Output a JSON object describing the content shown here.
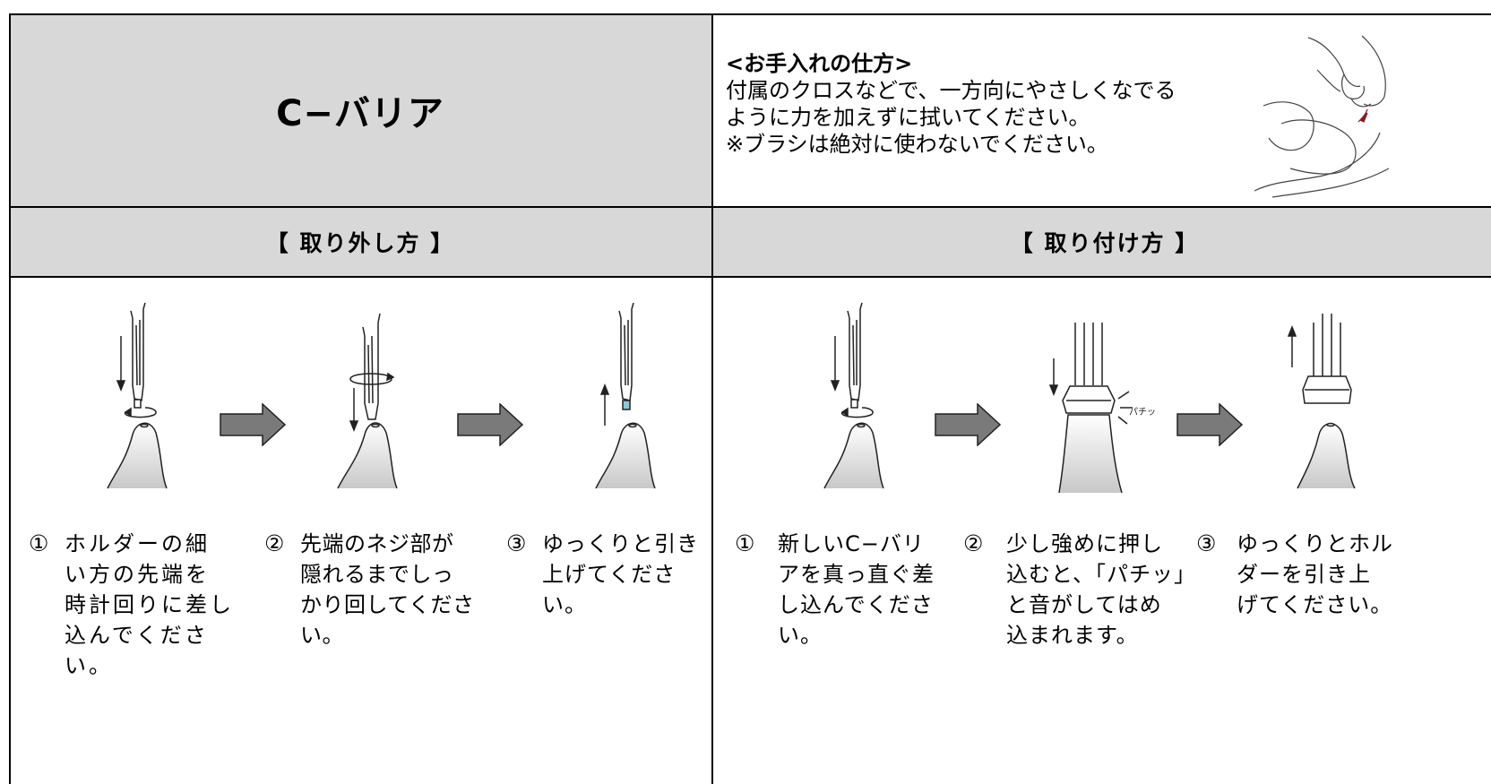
{
  "title": "C−バリア",
  "care": {
    "heading": "<お手入れの仕方>",
    "line1": "付属のクロスなどで、一方向にやさしくなでる",
    "line2": "ように力を加えずに拭いてください。",
    "line3": "※ブラシは絶対に使わないでください。"
  },
  "removal": {
    "heading": "【 取り外し方 】",
    "steps": [
      {
        "num": "①",
        "lines": [
          "ホルダーの細",
          "い方の先端を",
          "時計回りに差し",
          "込んでくださ",
          "い。"
        ]
      },
      {
        "num": "②",
        "lines": [
          "先端のネジ部が",
          "隠れるまでしっ",
          "かり回してくださ",
          "い。"
        ]
      },
      {
        "num": "③",
        "lines": [
          "ゆっくりと引き",
          "上げてくださ",
          "い。"
        ]
      }
    ]
  },
  "attach": {
    "heading": "【 取り付け方 】",
    "steps": [
      {
        "num": "①",
        "lines": [
          "新しいC−バリ",
          "アを真っ直ぐ差",
          "し込んでくださ",
          "い。"
        ]
      },
      {
        "num": "②",
        "lines": [
          "少し強めに押し",
          "込むと、「パチッ」",
          "と音がしてはめ",
          "込まれます。"
        ]
      },
      {
        "num": "③",
        "lines": [
          "ゆっくりとホル",
          "ダーを引き上",
          "げてください。"
        ]
      }
    ],
    "snap_label": "パチッ"
  },
  "icons": {
    "arrow": "right-arrow-icon",
    "colors": {
      "header_bg": "#d8d8d8",
      "arrow_fill": "#7a7a7a"
    }
  }
}
